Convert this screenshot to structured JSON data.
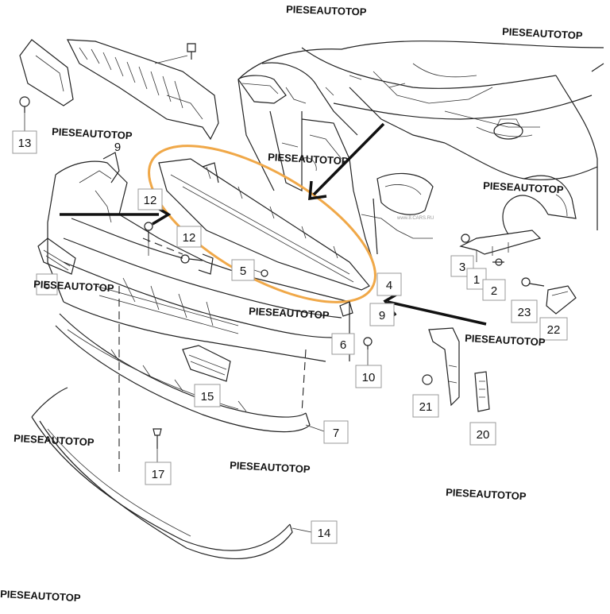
{
  "diagram": {
    "watermark_text": "PIESEAUTOTOP",
    "small_source_text": "www.8.CARS.RU",
    "highlight_color": "#f0a848",
    "arrow_color": "#111111",
    "part_numbers": {
      "p13": "13",
      "p9a": "9",
      "p12a": "12",
      "p12b": "12",
      "p6a": "6",
      "p5": "5",
      "p4": "4",
      "p9b": "9",
      "p6b": "6",
      "p10": "10",
      "p15": "15",
      "p7": "7",
      "p17": "17",
      "p14": "14",
      "p3": "3",
      "p1": "1",
      "p2": "2",
      "p23": "23",
      "p22": "22",
      "p21": "21",
      "p20": "20"
    }
  }
}
